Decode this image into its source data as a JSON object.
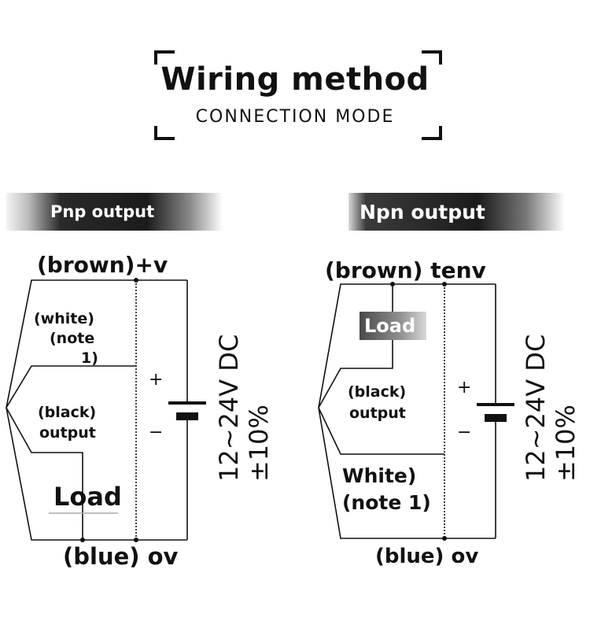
{
  "header": {
    "title": "Wiring method",
    "subtitle": "CONNECTION MODE"
  },
  "pnp": {
    "banner": "Pnp output",
    "brown": "(brown)+v",
    "white_1": "(white)",
    "white_2": "(note",
    "white_3": "1)",
    "black_1": "(black)",
    "black_2": "output",
    "load": "Load",
    "blue": "(blue) ov",
    "plus": "+",
    "minus": "−",
    "voltage": "12∼24V DC",
    "tolerance": "±10%"
  },
  "npn": {
    "banner": "Npn output",
    "brown": "(brown) tenv",
    "load": "Load",
    "black_1": "(black)",
    "black_2": "output",
    "white_1": "White)",
    "white_2": "(note 1)",
    "blue": "(blue) ov",
    "plus": "+",
    "minus": "−",
    "voltage": "12∼24V DC",
    "tolerance": "±10%"
  }
}
